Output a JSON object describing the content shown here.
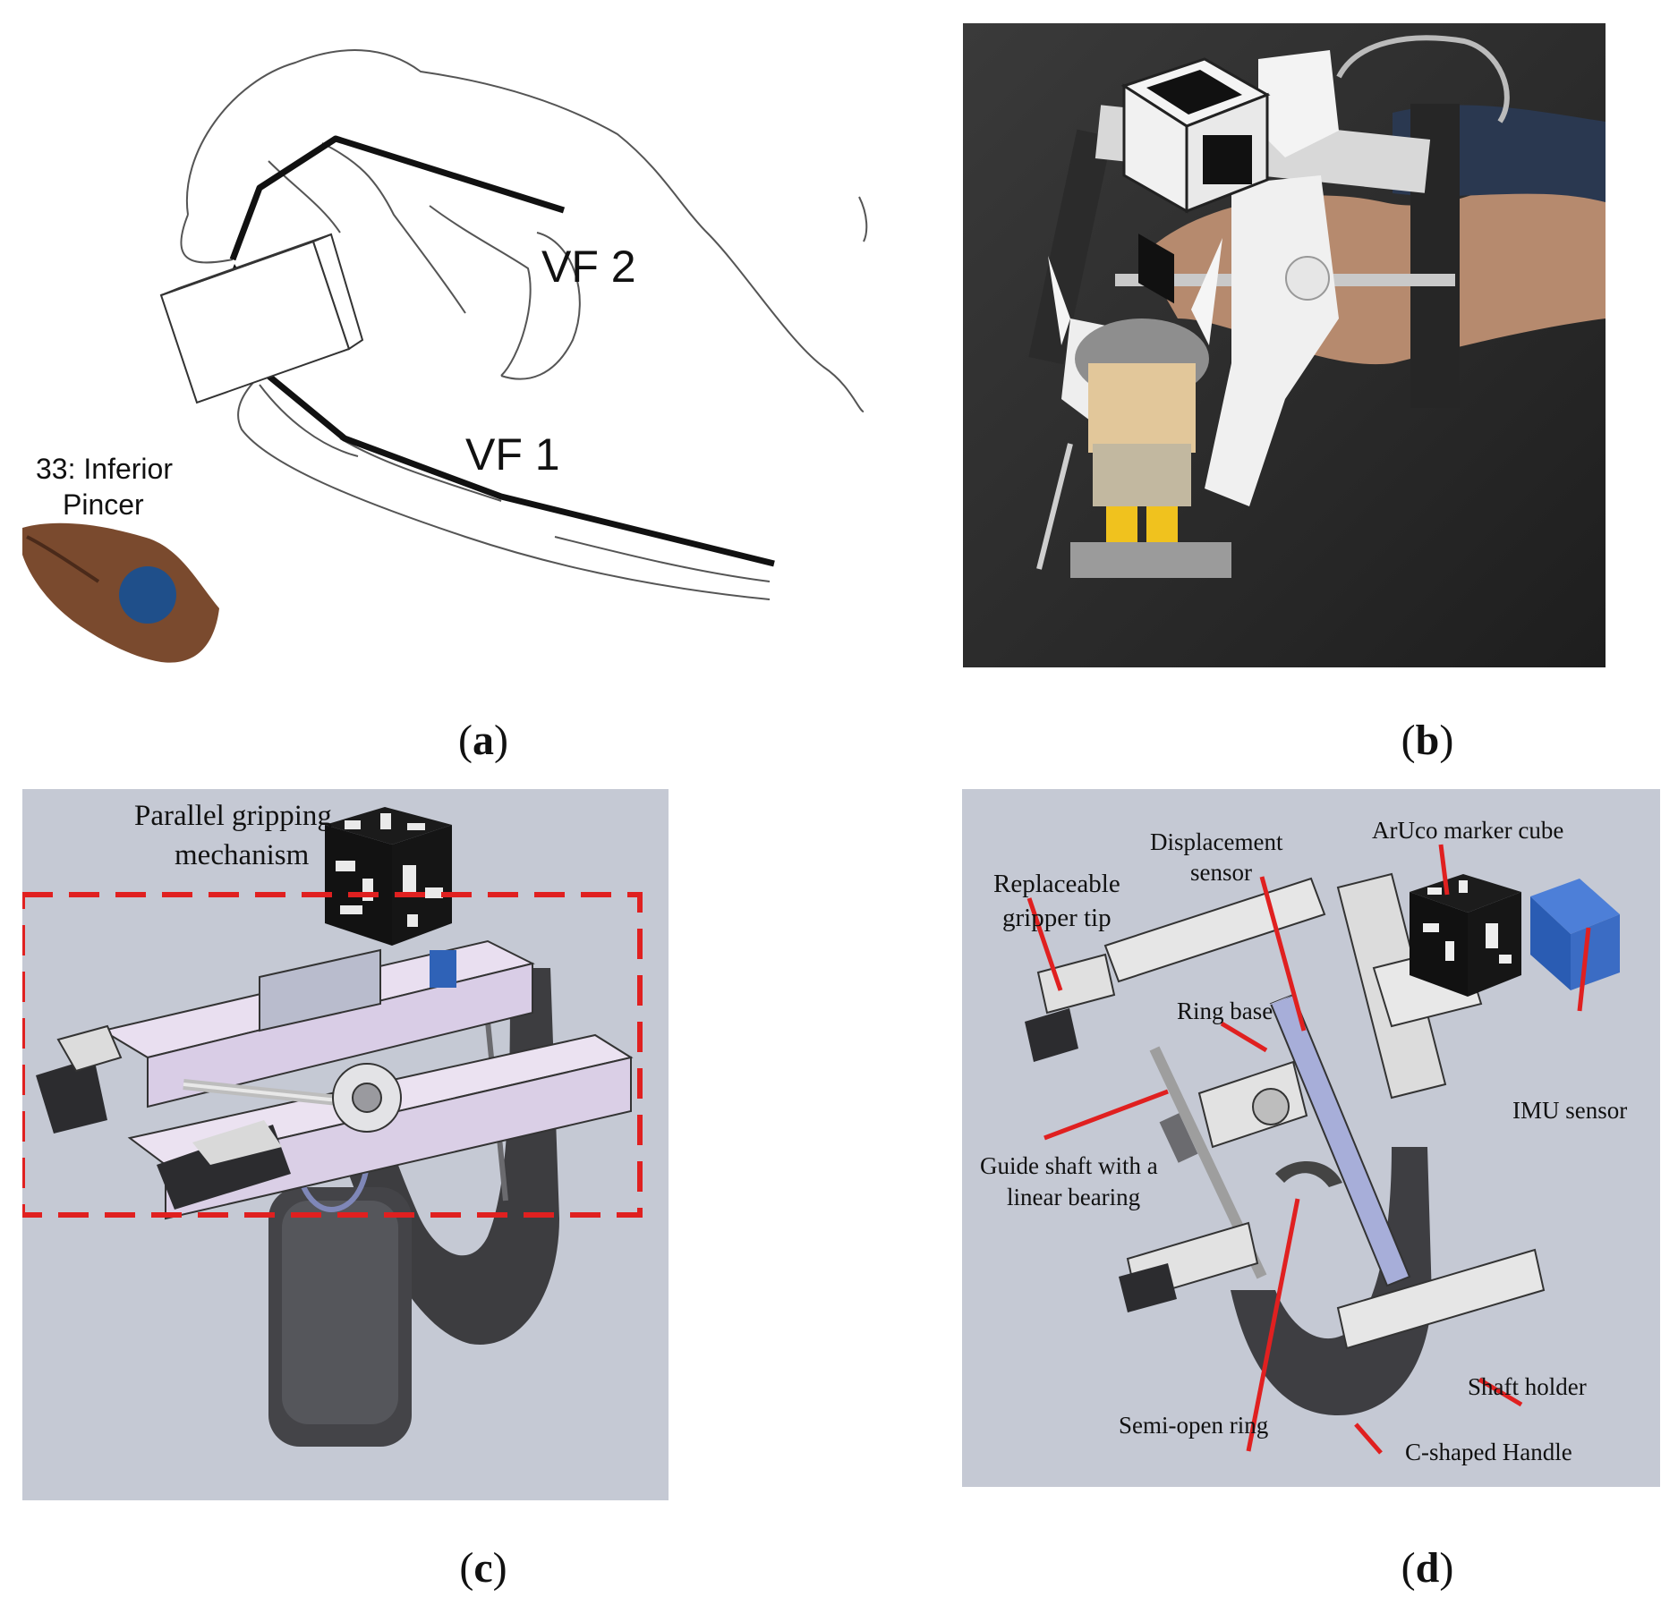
{
  "panel_a": {
    "labels": {
      "vf2": "VF 2",
      "vf1": "VF 1",
      "grasp_line1": "33: Inferior",
      "grasp_line2": "Pincer"
    },
    "caption": "a"
  },
  "panel_b": {
    "caption": "b"
  },
  "panel_c": {
    "label_line1": "Parallel gripping",
    "label_line2": "mechanism",
    "caption": "c"
  },
  "panel_d": {
    "labels": {
      "aruco": "ArUco marker cube",
      "displacement_line1": "Displacement",
      "displacement_line2": "sensor",
      "gripper_line1": "Replaceable",
      "gripper_line2": "gripper tip",
      "ring_base": "Ring base",
      "guide_line1": "Guide shaft with a",
      "guide_line2": "linear bearing",
      "imu": "IMU sensor",
      "shaft_holder": "Shaft holder",
      "semi_open": "Semi-open ring",
      "c_handle": "C-shaped Handle"
    },
    "caption": "d"
  },
  "colors": {
    "annotation_red": "#e02020",
    "cad_background": "#c5c9d4",
    "photo_background": "#2f2f2f"
  }
}
